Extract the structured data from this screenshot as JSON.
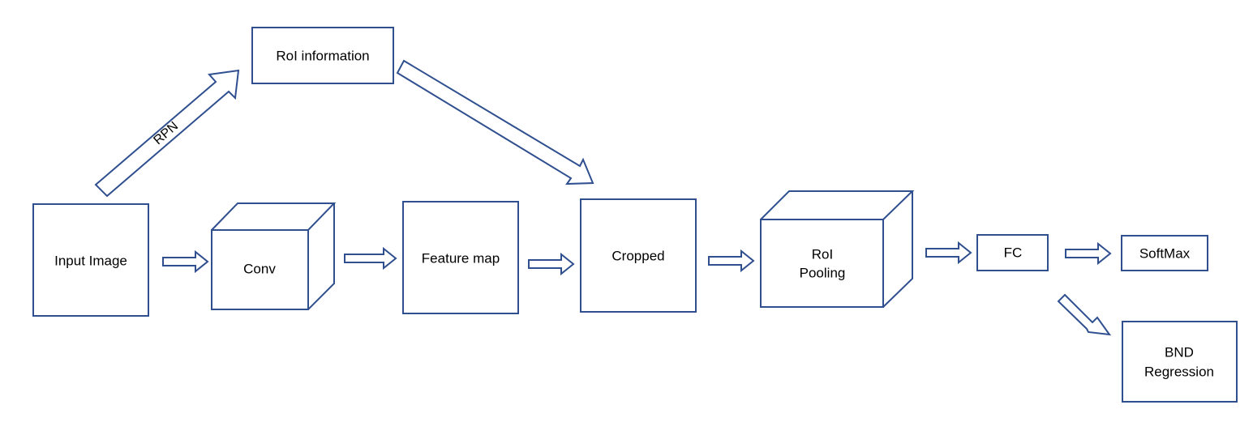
{
  "diagram": {
    "stroke_color": "#2F4F8F",
    "background": "#FFFFFF",
    "nodes": {
      "input_image": "Input Image",
      "conv": "Conv",
      "feature_map": "Feature map",
      "cropped": "Cropped",
      "roi_pooling_line1": "RoI",
      "roi_pooling_line2": "Pooling",
      "fc": "FC",
      "softmax": "SoftMax",
      "bnd_line1": "BND",
      "bnd_line2": "Regression",
      "roi_information": "RoI information"
    },
    "edges": {
      "rpn": "RPN"
    }
  }
}
